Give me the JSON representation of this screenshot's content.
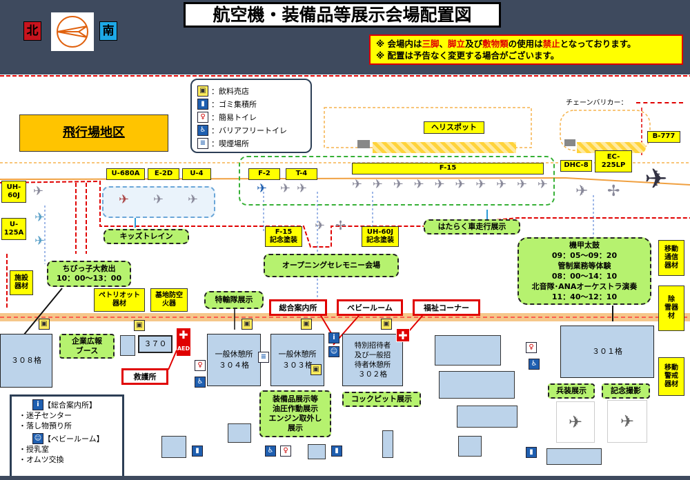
{
  "title": "航空機・装備品等展示会場配置図",
  "compass": {
    "north": "北",
    "south": "南"
  },
  "notice": {
    "line1_prefix": "※ 会場内は",
    "line1_tripod": "三脚",
    "line1_sep1": "、",
    "line1_stepladder": "脚立",
    "line1_and": "及び",
    "line1_mat": "敷物類",
    "line1_mid": "の使用は",
    "line1_prohibited": "禁止",
    "line1_suffix": "となっております。",
    "line2": "※ 配置は予告なく変更する場合がございます。"
  },
  "legend": {
    "items": [
      {
        "icon": "food-stall-icon",
        "label": "：飲料売店"
      },
      {
        "icon": "trash-icon",
        "label": "：ゴミ集積所"
      },
      {
        "icon": "toilet-icon",
        "label": "：簡易トイレ"
      },
      {
        "icon": "accessible-toilet-icon",
        "label": "：バリアフリートイレ"
      },
      {
        "icon": "smoking-icon",
        "label": "：喫煙場所"
      }
    ]
  },
  "chain_barrier": "チェーンバリカー：",
  "airfield_area": "飛行場地区",
  "heliport": "ヘリスポット",
  "aircraft_labels": {
    "b777": "B-777",
    "dhc8": "DHC-8",
    "ec225": "EC-\n225LP",
    "f15": "F-15",
    "f2": "F-2",
    "t4": "T-4",
    "u680a": "U-680A",
    "e2d": "E-2D",
    "u4": "U-4",
    "uh60j_left": "UH-\n60J",
    "u125a": "U-\n125A",
    "f15_paint": "F-15\n記念塗装",
    "uh60j_paint": "UH-60J\n記念塗装"
  },
  "events": {
    "kids_train": "キッズトレイン",
    "vehicle_run": "はたらく車走行展示",
    "opening": "オープニングセレモニー会場",
    "kids_rescue": "ちびっ子大救出\n10：00～13：00",
    "transport_unit": "特輸隊展示",
    "armored_drum_title": "機甲太鼓",
    "armored_drum_time": "09：05～09：20",
    "control_exp": "管制業務等体験",
    "control_time": "08：00～14：10",
    "orchestra": "北音隊･ANAオーケストラ演奏",
    "orchestra_time": "11：40～12：10",
    "corporate": "企業広報\nブース",
    "equipment": "装備品展示等\n油圧作動展示\nエンジン取外し\n展示",
    "cockpit": "コックピット展示",
    "weapon": "兵装展示",
    "photo": "記念撮影"
  },
  "facilities": {
    "facility_equip": "施設\n器材",
    "patriot": "ペトリオット\n器材",
    "base_firefight": "基地防空\n火器",
    "mobile_comm": "移動\n通信\n器材",
    "snow_removal": "除\n雪器\n材",
    "mobile_warning": "移動\n警戒\n器材"
  },
  "red_labels": {
    "info": "総合案内所",
    "baby_room": "ベビールーム",
    "welfare": "福祉コーナー",
    "first_aid": "救護所"
  },
  "buildings": {
    "b308": "３０８格",
    "b370": "３７０",
    "b304_a": "一般休憩所",
    "b304_b": "３０４格",
    "b303_a": "一般休憩所",
    "b303_b": "３０３格",
    "b302_a": "特別招待者\n及び一般招\n待者休憩所",
    "b302_b": "３０２格",
    "b301": "３０１格"
  },
  "aed": "AED",
  "info_legend": {
    "info_title": "【総合案内所】",
    "info_items": [
      "・迷子センター",
      "・落し物預り所"
    ],
    "baby_title": "【ベビールーム】",
    "baby_items": [
      "・授乳室",
      "・オムツ交換"
    ]
  }
}
